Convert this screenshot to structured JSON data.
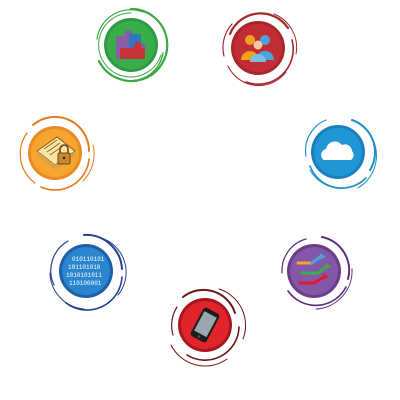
{
  "icons": [
    {
      "key": "puzzle",
      "name": "puzzle-pieces-icon",
      "colors": {
        "ring": "#3aa846",
        "disc": "#2f9a43"
      }
    },
    {
      "key": "people",
      "name": "people-group-icon",
      "colors": {
        "ring": "#a3282b",
        "disc": "#b22a2e"
      }
    },
    {
      "key": "book",
      "name": "book-key-lock-icon",
      "colors": {
        "ring": "#e07c22",
        "disc": "#f5a02c"
      }
    },
    {
      "key": "cloud",
      "name": "cloud-icon",
      "colors": {
        "ring": "#1d8fc8",
        "disc": "#1e8ecb"
      }
    },
    {
      "key": "binary",
      "name": "binary-data-icon",
      "colors": {
        "ring": "#27408f",
        "disc": "#2a78c2"
      }
    },
    {
      "key": "flow",
      "name": "workflow-arrows-icon",
      "colors": {
        "ring": "#5b2d7a",
        "disc": "#7a4a9a"
      }
    },
    {
      "key": "phone",
      "name": "smartphone-icon",
      "colors": {
        "ring": "#6b1717",
        "disc": "#d81f26"
      }
    }
  ],
  "binary_text": [
    "010110101",
    "101101010",
    "1010101011",
    "110100001"
  ]
}
